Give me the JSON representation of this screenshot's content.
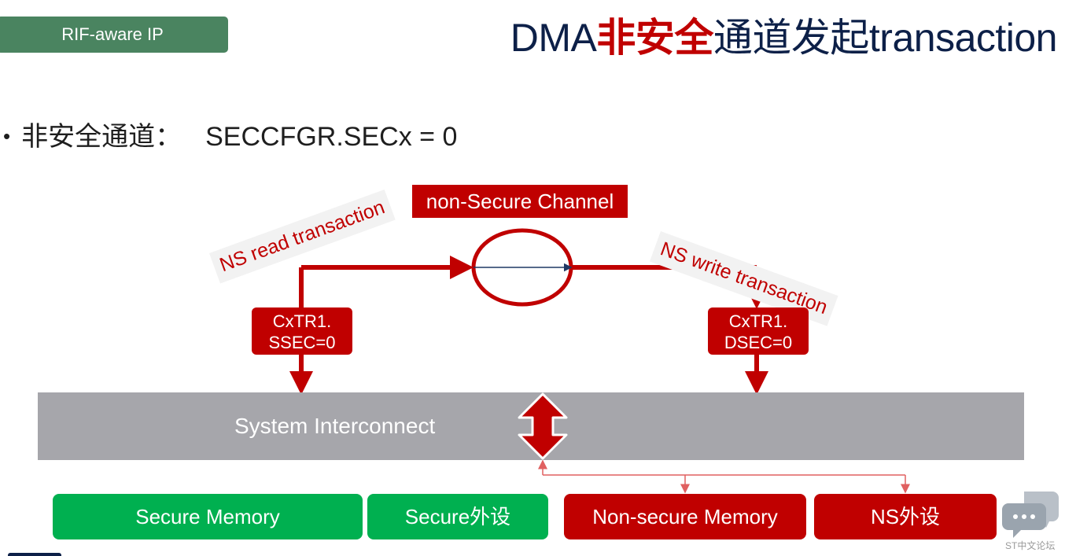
{
  "header": {
    "tag_label": "RIF-aware IP",
    "title_prefix": "DMA",
    "title_highlight": "非安全",
    "title_suffix": "通道发起transaction"
  },
  "bullet": {
    "label": "非安全通道：",
    "formula": "SECCFGR.SECx = 0"
  },
  "diagram": {
    "channel_label": "non-Secure Channel",
    "read_label": "NS read transaction",
    "write_label": "NS write transaction",
    "read_register": {
      "line1": "CxTR1.",
      "line2": "SSEC=0"
    },
    "write_register": {
      "line1": "CxTR1.",
      "line2": "DSEC=0"
    },
    "interconnect_label": "System Interconnect",
    "targets": [
      {
        "label": "Secure Memory",
        "security": "secure"
      },
      {
        "label": "Secure外设",
        "security": "secure"
      },
      {
        "label": "Non-secure Memory",
        "security": "non-secure"
      },
      {
        "label": "NS外设",
        "security": "non-secure"
      }
    ]
  },
  "watermark": {
    "icon": "chat-bubbles-icon",
    "text": "ST中文论坛"
  },
  "colors": {
    "accent_red": "#c00000",
    "secure_green": "#00b050",
    "title_navy": "#0d2048",
    "tag_green": "#4a8460",
    "interconnect_gray": "#a6a6ab"
  }
}
